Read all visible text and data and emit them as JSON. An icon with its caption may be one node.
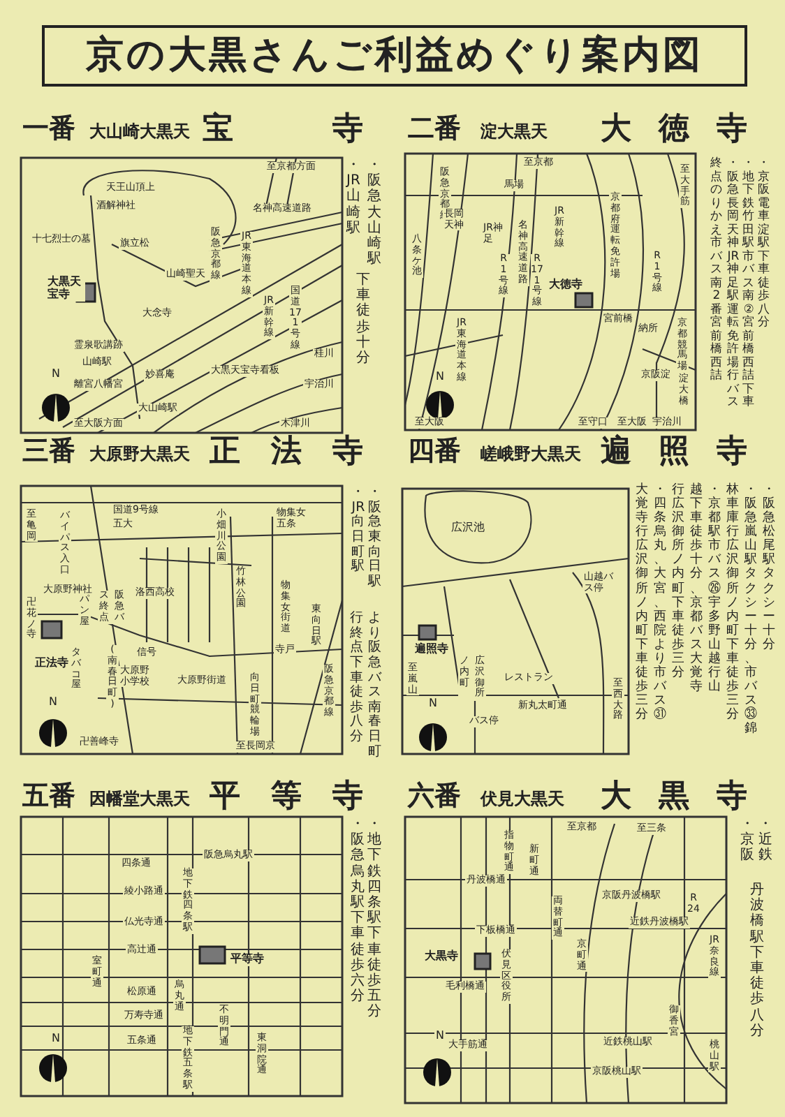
{
  "diagram": {
    "title": "京の大黒さんご利益めぐり案内図",
    "labels": [
      "一番",
      "大山崎大黒天",
      "宝寺",
      "至京都方面",
      "天王山頂上",
      "酒解神社",
      "名神高速道路",
      "十七烈士の墓",
      "旗立松",
      "阪急京都線",
      "JR東海道本線",
      "山崎聖天",
      "大黒天宝寺",
      "大念寺",
      "国道171号線",
      "JR新幹線",
      "霊泉歌講跡",
      "山崎駅",
      "大黒天宝寺看板",
      "桂川",
      "妙喜庵",
      "離宮八幡宮",
      "宇治川",
      "大山崎駅",
      "至大阪方面",
      "木津川",
      "N",
      "・阪急大山崎駅",
      "・JR山崎駅",
      "下車徒歩十分",
      "二番",
      "淀大黒天",
      "大徳寺",
      "至京都",
      "阪急京都線",
      "馬場",
      "京都府運転免許場",
      "至大手筋",
      "長岡天神",
      "JR神足",
      "名神高速道路",
      "JR新幹線",
      "R1号線",
      "R171号線",
      "R1号線",
      "八条ケ池",
      "大徳寺",
      "JR東海道本線",
      "宮前橋",
      "納所",
      "京都競馬場",
      "京阪淀",
      "淀大橋",
      "至大阪",
      "至守口",
      "至大阪",
      "宇治川",
      "N",
      "・京阪電車淀駅下車徒歩八分",
      "・地下鉄竹田駅市バス南②宮前橋西詰下車",
      "・阪急長岡天神JR神足駅運転免許場行バス終点のりかえ市バス南2番宮前橋西詰",
      "三番",
      "大原野大黒天",
      "正法寺",
      "国道9号線",
      "小畑川公園",
      "物集女五条",
      "至亀岡",
      "バイパス入口",
      "五大",
      "竹林公園",
      "物集女街道",
      "東向日駅",
      "大原野神社",
      "洛西高校",
      "卍花ノ寺",
      "パン屋",
      "阪急バス終点",
      "タバコ屋",
      "(南春日町)",
      "正法寺",
      "信号",
      "寺戸",
      "大原野小学校",
      "大原野街道",
      "向日町競輪場",
      "阪急京都線",
      "至長岡京",
      "卍善峰寺",
      "N",
      "・阪急東向日駅",
      "・JR向日町駅",
      "より阪急バス南春日町行終点下車徒歩八分",
      "四番",
      "嵯峨野大黒天",
      "遍照寺",
      "広沢池",
      "山越バス停",
      "遍照寺",
      "至嵐山",
      "広沢御所ノ内町",
      "レストラン",
      "新丸太町通",
      "バス停",
      "至西大路",
      "N",
      "・阪急松尾駅タクシー十分",
      "・阪急嵐山駅タクシー十分、市バス㉝錦林車庫行広沢御所ノ内町下車徒歩三分",
      "・京都駅市バス㉖宇多野山越行山越下車徒歩十分、京都バス大覚寺行広沢御所ノ内町下車徒歩三分",
      "・四条烏丸、大宮、西院より市バス㉛大覚寺行広沢御所ノ内町下車徒歩三分",
      "五番",
      "因幡堂大黒天",
      "平等寺",
      "阪急烏丸駅",
      "四条通",
      "地下鉄四条駅",
      "綾小路通",
      "仏光寺通",
      "高辻通",
      "室町通",
      "平等寺",
      "烏丸通",
      "松原通",
      "万寿寺通",
      "不明門通",
      "五条通",
      "地下鉄五条駅",
      "東洞院通",
      "N",
      "・地下鉄四条駅下車徒歩五分",
      "・阪急烏丸駅下車徒歩六分",
      "六番",
      "伏見大黒天",
      "大黒寺",
      "至京都",
      "至三条",
      "指物町通",
      "新町通",
      "丹波橋通",
      "京阪丹波橋駅",
      "R24",
      "両替町通",
      "近鉄丹波橋駅",
      "下板橋通",
      "大黒寺",
      "伏見区役所",
      "京町通",
      "JR奈良線",
      "毛利橋通",
      "御香宮",
      "近鉄桃山駅",
      "大手筋通",
      "桃山駅",
      "京阪桃山駅",
      "N",
      "・近鉄",
      "・京阪",
      "丹波橋駅下車徒歩八分"
    ]
  }
}
